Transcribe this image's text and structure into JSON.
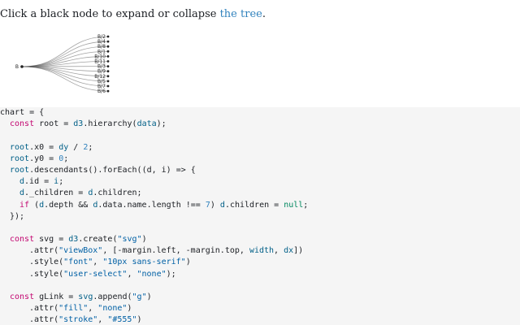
{
  "intro": {
    "text": "Click a black node to expand or collapse ",
    "link": "the tree",
    "end": "."
  },
  "tree": {
    "root": "B",
    "children": [
      "B/2",
      "B/4",
      "B/8",
      "B/1",
      "B/10",
      "B/11",
      "B/3",
      "B/9",
      "B/12",
      "B/5",
      "B/7",
      "B/6"
    ],
    "colors": {
      "link": "#555555",
      "node": "#222222"
    }
  },
  "code": {
    "l1": "chart = {",
    "l2a": "const",
    "l2b": " root = ",
    "l2c": "d3",
    "l2d": ".hierarchy(",
    "l2e": "data",
    "l2f": ");",
    "l4a": "root",
    "l4b": ".x0 = ",
    "l4c": "dy",
    "l4d": " / ",
    "l4e": "2",
    "l4f": ";",
    "l5a": "root",
    "l5b": ".y0 = ",
    "l5c": "0",
    "l5d": ";",
    "l6a": "root",
    "l6b": ".descendants().forEach((d, i) => {",
    "l7a": "d",
    "l7b": ".id = ",
    "l7c": "i",
    "l7d": ";",
    "l8a": "d",
    "l8b": "._children = ",
    "l8c": "d",
    "l8d": ".children;",
    "l9a": "if",
    "l9b": " (",
    "l9c": "d",
    "l9d": ".depth && ",
    "l9e": "d",
    "l9f": ".data.name.length !== ",
    "l9g": "7",
    "l9h": ") ",
    "l9i": "d",
    "l9j": ".children = ",
    "l9k": "null",
    "l9l": ";",
    "l10": "});",
    "l12a": "const",
    "l12b": " svg = ",
    "l12c": "d3",
    "l12d": ".create(",
    "l12e": "\"svg\"",
    "l12f": ")",
    "l13a": ".attr(",
    "l13b": "\"viewBox\"",
    "l13c": ", [-margin.left, -margin.top, ",
    "l13d": "width",
    "l13e": ", ",
    "l13f": "dx",
    "l13g": "])",
    "l14a": ".style(",
    "l14b": "\"font\"",
    "l14c": ", ",
    "l14d": "\"10px sans-serif\"",
    "l14e": ")",
    "l15a": ".style(",
    "l15b": "\"user-select\"",
    "l15c": ", ",
    "l15d": "\"none\"",
    "l15e": ");",
    "l17a": "const",
    "l17b": " gLink = ",
    "l17c": "svg",
    "l17d": ".append(",
    "l17e": "\"g\"",
    "l17f": ")",
    "l18a": ".attr(",
    "l18b": "\"fill\"",
    "l18c": ", ",
    "l18d": "\"none\"",
    "l18e": ")",
    "l19a": ".attr(",
    "l19b": "\"stroke\"",
    "l19c": ", ",
    "l19d": "\"#555\"",
    "l19e": ")"
  }
}
